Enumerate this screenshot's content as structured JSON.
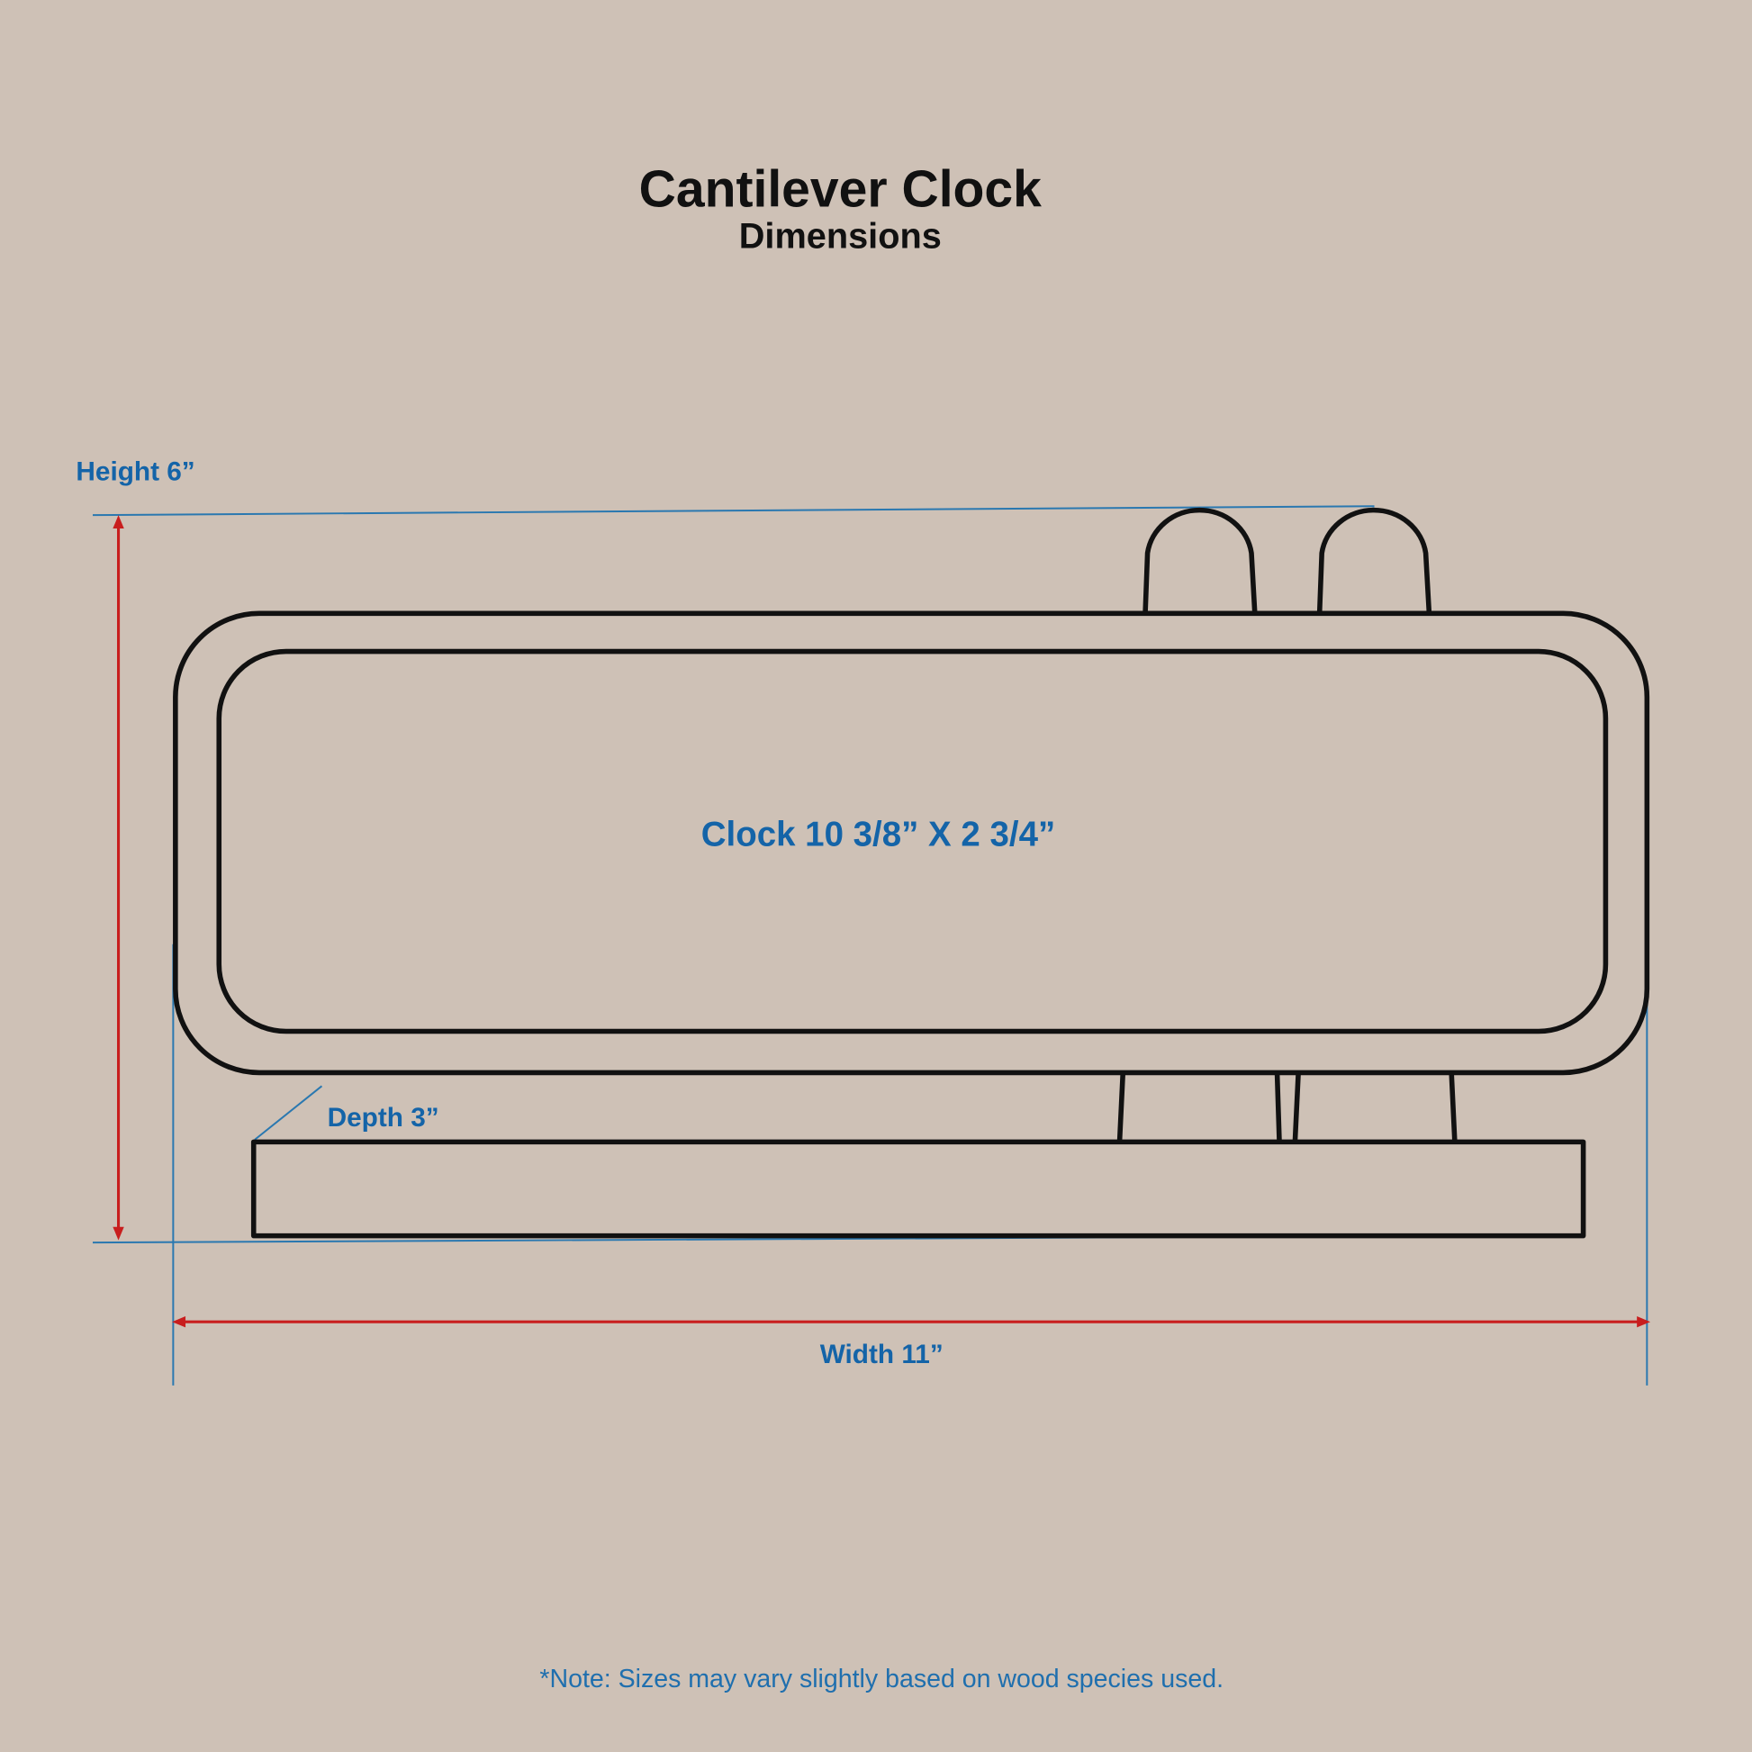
{
  "title": "Cantilever Clock",
  "subtitle": "Dimensions",
  "labels": {
    "height": "Height 6”",
    "depth": "Depth 3”",
    "width": "Width 11”",
    "clock": "Clock 10 3/8” X 2 3/4”"
  },
  "note": "*Note: Sizes may vary slightly based on wood species used.",
  "colors": {
    "background": "#cec1b6",
    "dimension_text": "#1464a8",
    "arrow": "#c81e1e",
    "outline": "#111111"
  }
}
